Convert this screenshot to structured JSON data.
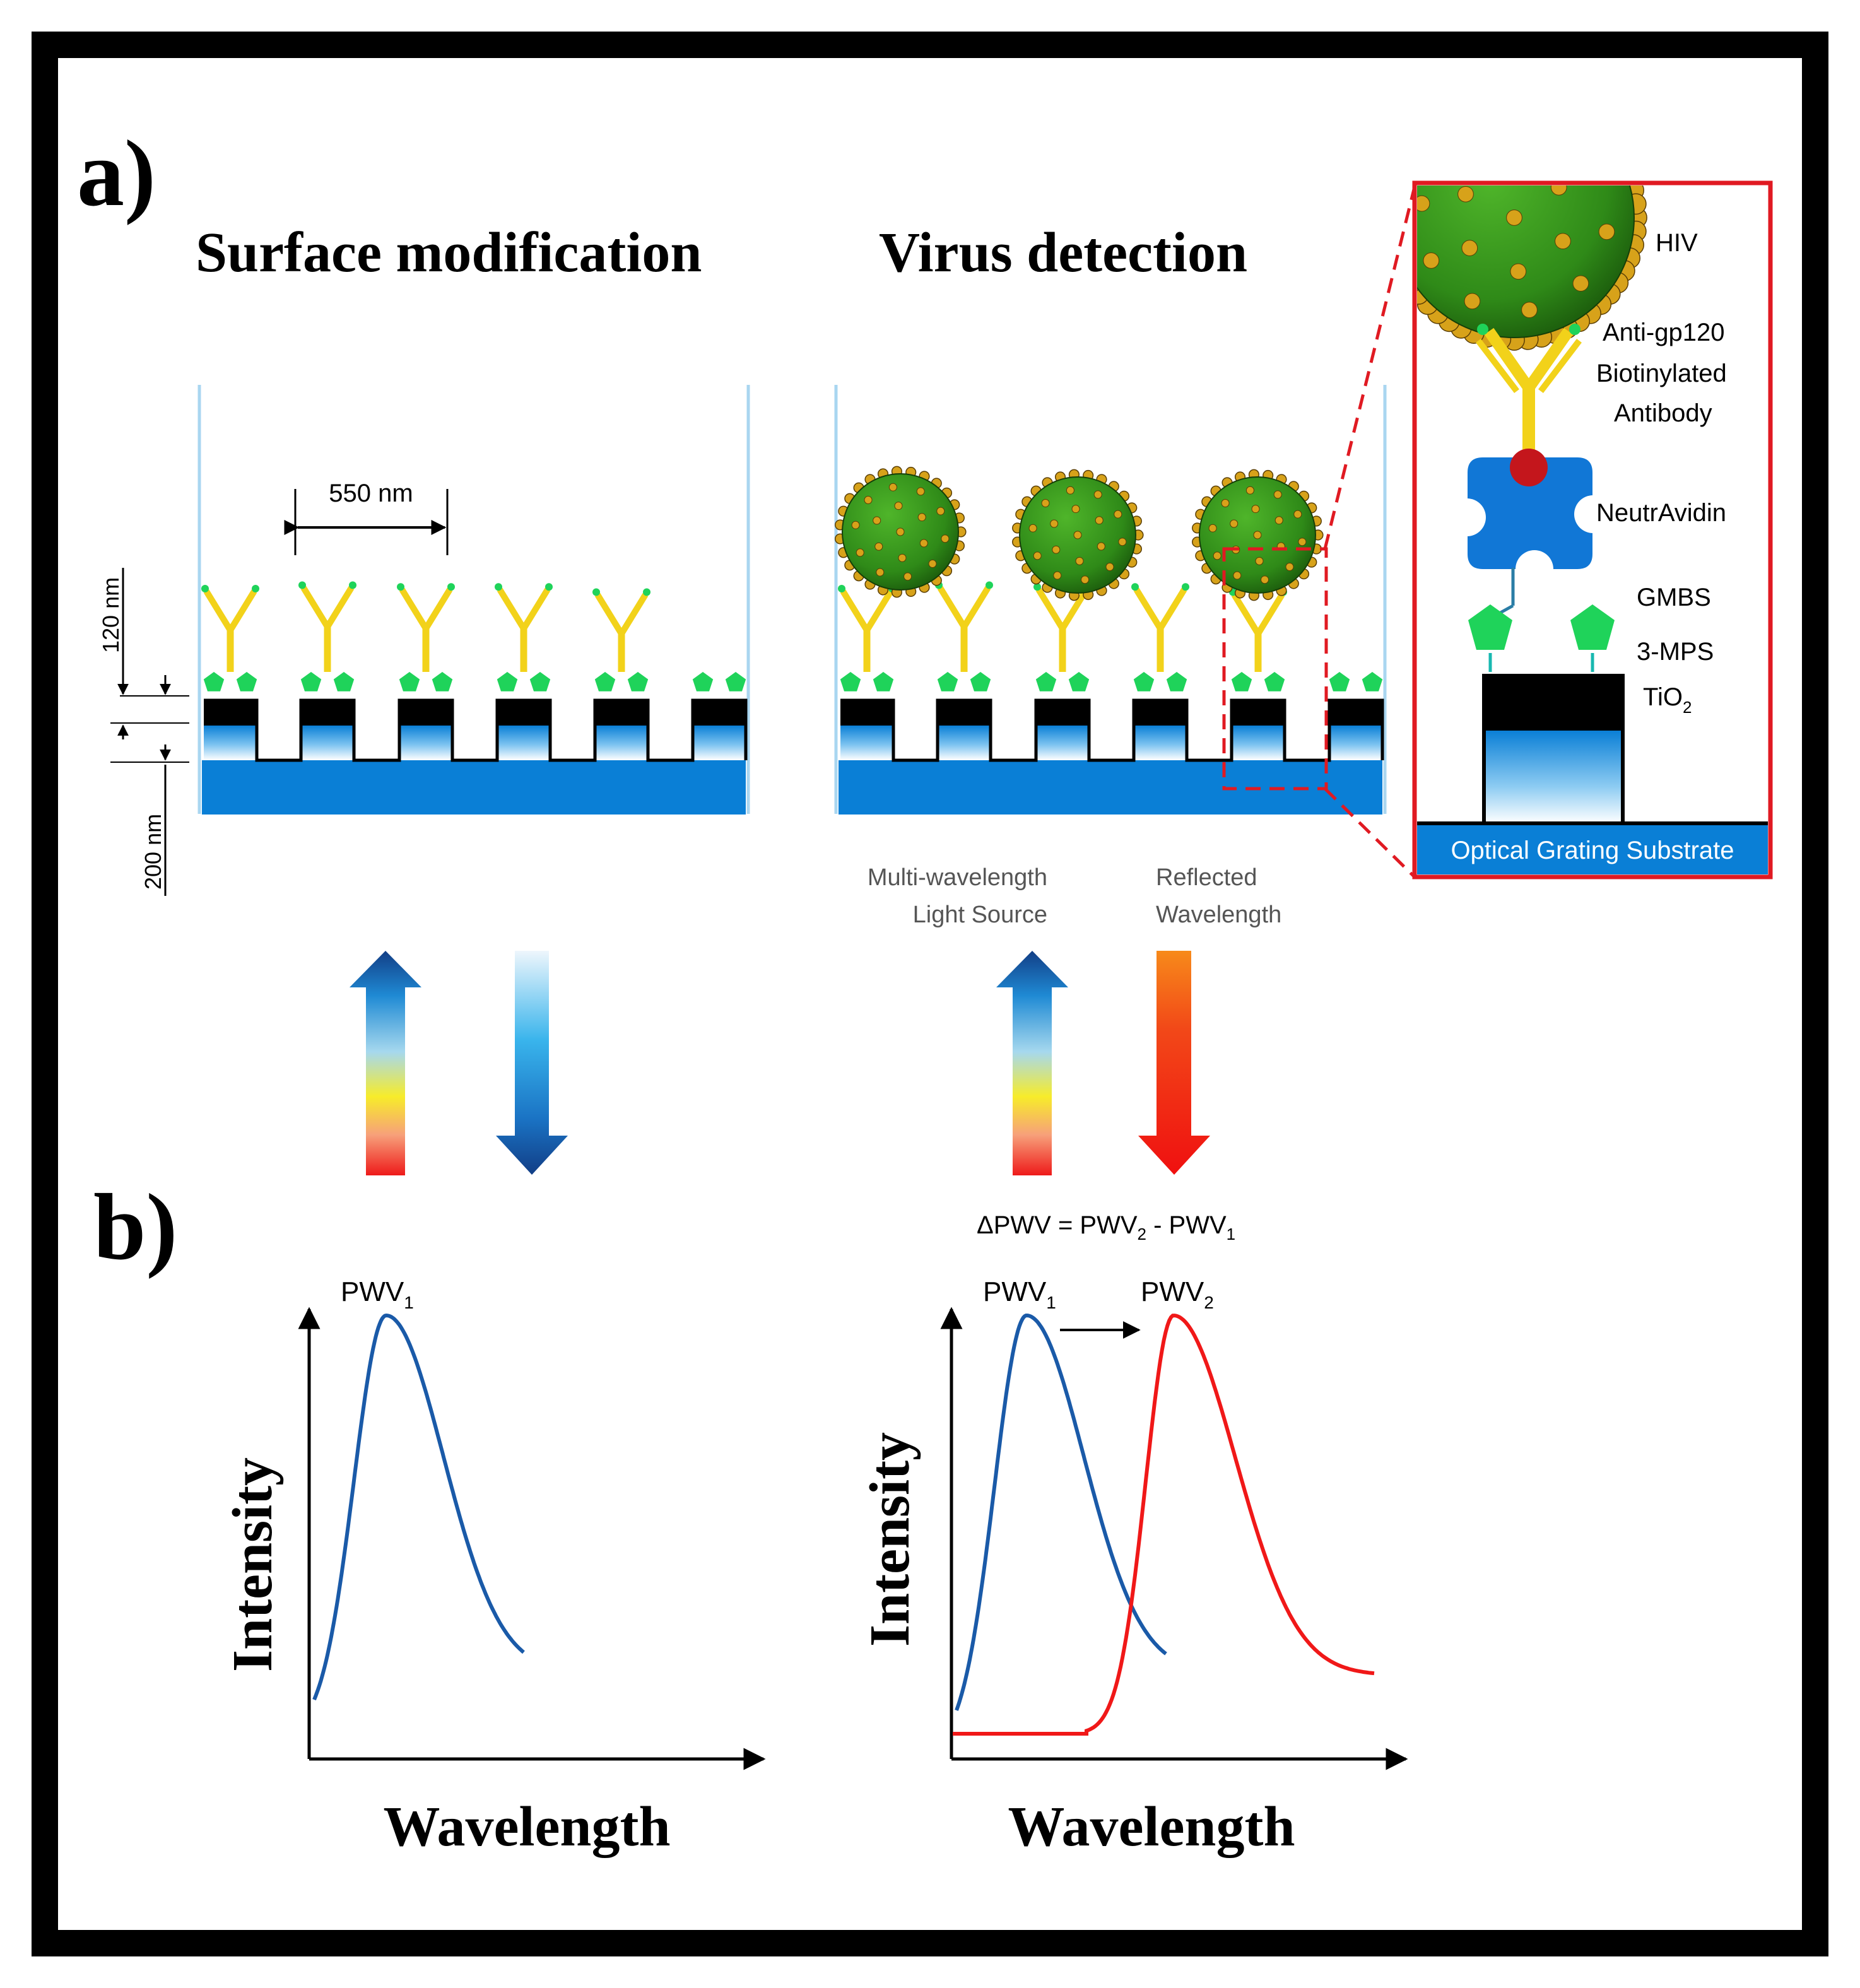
{
  "panel_labels": {
    "a": "a)",
    "b": "b)"
  },
  "sections": {
    "surface": "Surface modification",
    "virus": "Virus detection"
  },
  "dimensions": {
    "period": "550 nm",
    "depth": "120 nm",
    "thickness": "200 nm"
  },
  "light": {
    "source_line1": "Multi-wavelength",
    "source_line2": "Light Source",
    "reflected_line1": "Reflected",
    "reflected_line2": "Wavelength"
  },
  "inset": {
    "hiv": "HIV",
    "antibody_line1": "Anti-gp120",
    "antibody_line2": "Biotinylated",
    "antibody_line3": "Antibody",
    "neutravidin": "NeutrAvidin",
    "gmbs": "GMBS",
    "mps": "3-MPS",
    "tio2_base": "TiO",
    "tio2_sub": "2",
    "substrate": "Optical Grating Substrate"
  },
  "equation": {
    "delta": "ΔPWV = PWV",
    "sub2": "2",
    "minus": " - PWV",
    "sub1": "1"
  },
  "peaks": {
    "pwv_base": "PWV",
    "sub1": "1",
    "sub2": "2"
  },
  "axes": {
    "intensity": "Intensity",
    "wavelength": "Wavelength"
  },
  "colors": {
    "substrate_blue": "#0a7fd6",
    "tio2_black": "#000000",
    "antibody_yellow": "#f2d21a",
    "gmbs_green": "#1fd35a",
    "virus_green": "#2f8a18",
    "virus_spike": "#d7a21a",
    "neutravidin_blue": "#1177d6",
    "biotin_red": "#c4161c",
    "inset_border": "#e01a22",
    "curve_blue": "#1a5aa8",
    "curve_red": "#f01818",
    "arrow_dark_blue": "#123e86"
  }
}
